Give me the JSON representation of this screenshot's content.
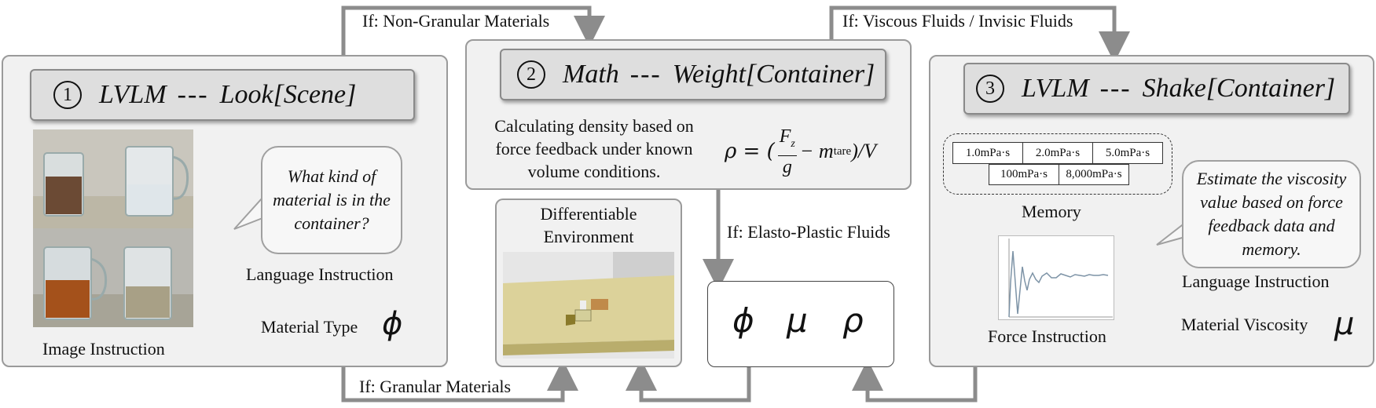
{
  "conditions": {
    "non_granular": "If: Non-Granular Materials",
    "viscous": "If: Viscous Fluids / Invisic Fluids",
    "elasto_plastic": "If: Elasto-Plastic Fluids",
    "granular": "If: Granular Materials"
  },
  "step1": {
    "num": "1",
    "model": "LVLM",
    "dash": "---",
    "action": "Look[Scene]",
    "question_lines": [
      "What kind of",
      "material is in the",
      "container?"
    ],
    "language_instruction": "Language Instruction",
    "image_instruction": "Image Instruction",
    "material_type_label": "Material Type",
    "material_type_symbol": "ϕ"
  },
  "step2": {
    "num": "2",
    "model": "Math",
    "dash": "---",
    "action": "Weight[Container]",
    "desc_lines": [
      "Calculating density based on",
      "force feedback under known",
      "volume conditions."
    ],
    "formula_rho": "ρ = (",
    "formula_num": "F",
    "formula_num_sub": "z",
    "formula_den": "g",
    "formula_mid": "− m",
    "formula_mid_sub": "tare",
    "formula_end": ")/V"
  },
  "env": {
    "title_line1": "Differentiable",
    "title_line2": "Environment"
  },
  "output": {
    "phi": "ϕ",
    "mu": "μ",
    "rho": "ρ"
  },
  "step3": {
    "num": "3",
    "model": "LVLM",
    "dash": "---",
    "action": "Shake[Container]",
    "memory_values": [
      "1.0mPa·s",
      "2.0mPa·s",
      "5.0mPa·s",
      "100mPa·s",
      "8,000mPa·s"
    ],
    "memory_label": "Memory",
    "question_lines": [
      "Estimate the viscosity",
      "value based on force",
      "feedback data and",
      "memory."
    ],
    "language_instruction": "Language Instruction",
    "force_instruction": "Force Instruction",
    "viscosity_label": "Material Viscosity",
    "viscosity_symbol": "μ"
  },
  "colors": {
    "arrow": "#8c8c8c",
    "panel_bg": "#f1f1f1",
    "title_bg": "#dedede",
    "force_line": "#7d93a6"
  }
}
